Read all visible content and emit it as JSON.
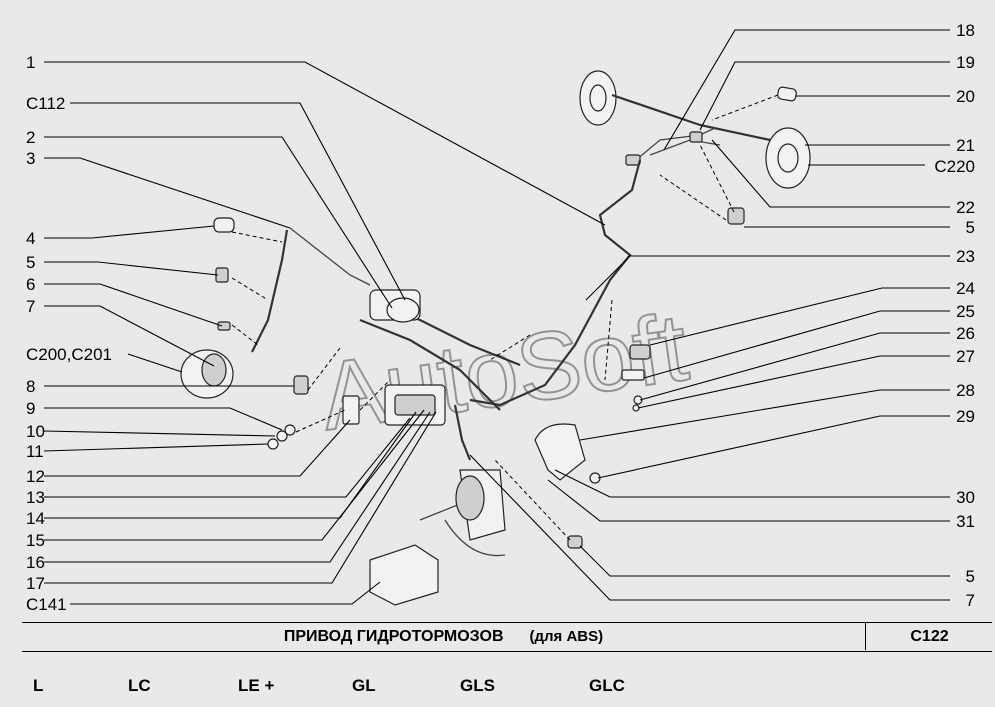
{
  "watermark": "AutoSoft",
  "labels_left": [
    "1",
    "C112",
    "2",
    "3",
    "4",
    "5",
    "6",
    "7",
    "C200,C201",
    "8",
    "9",
    "10",
    "11",
    "12",
    "13",
    "14",
    "15",
    "16",
    "17",
    "C141"
  ],
  "labels_right": [
    "18",
    "19",
    "20",
    "21",
    "C220",
    "22",
    "5",
    "23",
    "24",
    "25",
    "26",
    "27",
    "28",
    "29",
    "30",
    "31",
    "5",
    "7"
  ],
  "title": {
    "main": "ПРИВОД   ГИДРОТОРМОЗОВ",
    "sub": "(для ABS)",
    "code": "C122"
  },
  "trims": [
    "L",
    "LC",
    "LE +",
    "GL",
    "GLS",
    "GLC"
  ]
}
